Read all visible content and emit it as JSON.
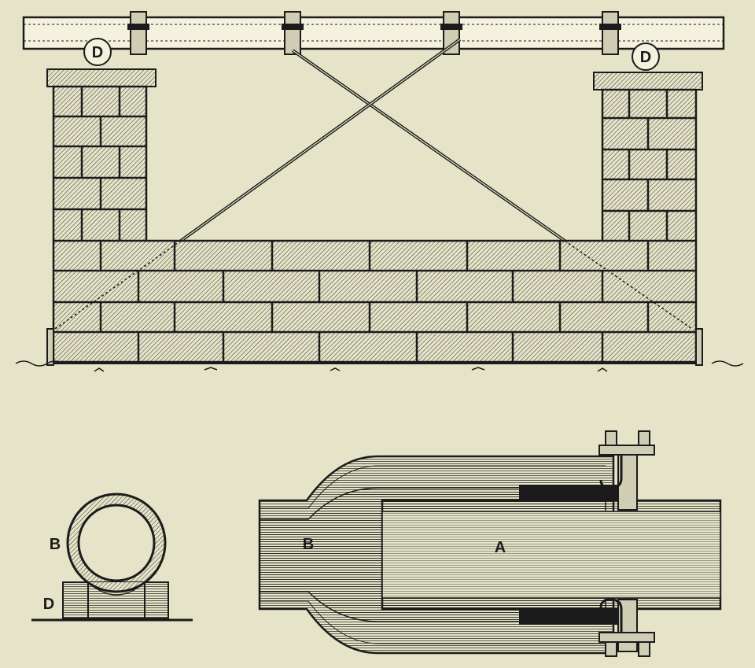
{
  "figure": {
    "background": "#e5e4c8",
    "ink": "#1b1b1b",
    "labels": {
      "d_left": "D",
      "d_right": "D",
      "section_b": "B",
      "section_d": "D",
      "socket_b": "B",
      "spigot_a": "A"
    }
  }
}
